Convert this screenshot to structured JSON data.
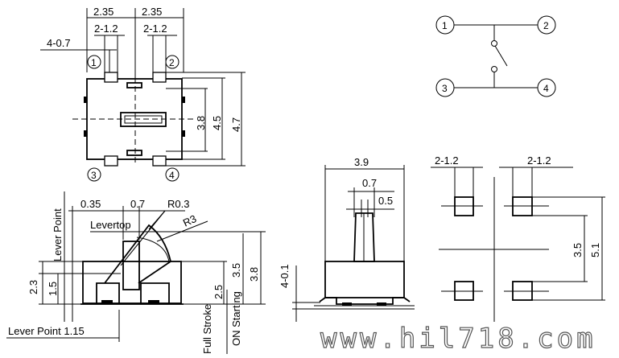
{
  "top_view": {
    "dim_2_35_left": "2.35",
    "dim_2_35_right": "2.35",
    "dim_2_1_2_left": "2-1.2",
    "dim_2_1_2_right": "2-1.2",
    "dim_4_0_7": "4-0.7",
    "dim_3_8": "3.8",
    "dim_4_5": "4.5",
    "dim_4_7": "4.7",
    "pins": [
      "1",
      "2",
      "3",
      "4"
    ]
  },
  "schematic": {
    "pins": [
      "1",
      "2",
      "3",
      "4"
    ]
  },
  "side_view": {
    "dim_0_35": "0.35",
    "dim_0_7": "0.7",
    "dim_r0_3": "R0.3",
    "dim_r3": "R3",
    "label_levertop": "Levertop",
    "label_lever_point": "Lever Point",
    "dim_2_3": "2.3",
    "dim_1_5": "1.5",
    "dim_2_5": "2.5",
    "dim_3_5": "3.5",
    "dim_3_8": "3.8",
    "label_on_starting": "ON Starting",
    "label_full_stroke": "Full Stroke",
    "label_lever_point_bottom": "Lever Point 1.15"
  },
  "front_view": {
    "dim_3_9": "3.9",
    "dim_0_7": "0.7",
    "dim_0_5": "0.5",
    "dim_4_0_1": "4-0.1"
  },
  "pcb_layout": {
    "dim_2_1_2_left": "2-1.2",
    "dim_2_1_2_right": "2-1.2",
    "dim_3_5": "3.5",
    "dim_5_1": "5.1"
  },
  "watermark": "www.hil718.com"
}
